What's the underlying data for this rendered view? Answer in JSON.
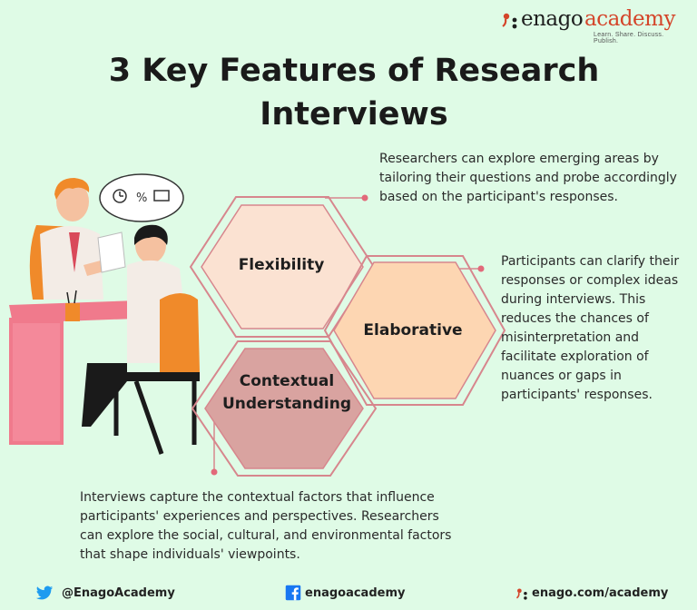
{
  "brand": {
    "name_part1": "enago",
    "name_part2": "academy",
    "tagline": "Learn. Share. Discuss. Publish."
  },
  "title": "3 Key Features of Research Interviews",
  "features": [
    {
      "label": "Flexibility",
      "description": "Researchers can explore emerging areas by tailoring their questions and probe accordingly based on the participant's responses."
    },
    {
      "label": "Elaborative",
      "description": "Participants can clarify their responses or complex ideas during interviews. This reduces the chances of misinterpretation and facilitate exploration of nuances or gaps in participants' responses."
    },
    {
      "label": "Contextual Understanding",
      "description": "Interviews capture the contextual factors that influence participants' experiences and perspectives. Researchers can explore the social, cultural, and environmental factors that shape individuals' viewpoints."
    }
  ],
  "footer": {
    "twitter": "@EnagoAcademy",
    "facebook": "enagoacademy",
    "website": "enago.com/academy"
  },
  "icons": {
    "twitter": "twitter-icon",
    "facebook": "facebook-icon",
    "website": "enago-mark-icon",
    "illustration": "interview-illustration"
  },
  "colors": {
    "background": "#dffbe6",
    "hex_flexibility": "#fbe2d2",
    "hex_elaborative": "#fdd6b2",
    "hex_contextual": "#d9a3a0",
    "hex_outline": "#d7868d",
    "accent_red": "#d4452a",
    "twitter_blue": "#1d9bf0",
    "facebook_blue": "#1877f2"
  }
}
